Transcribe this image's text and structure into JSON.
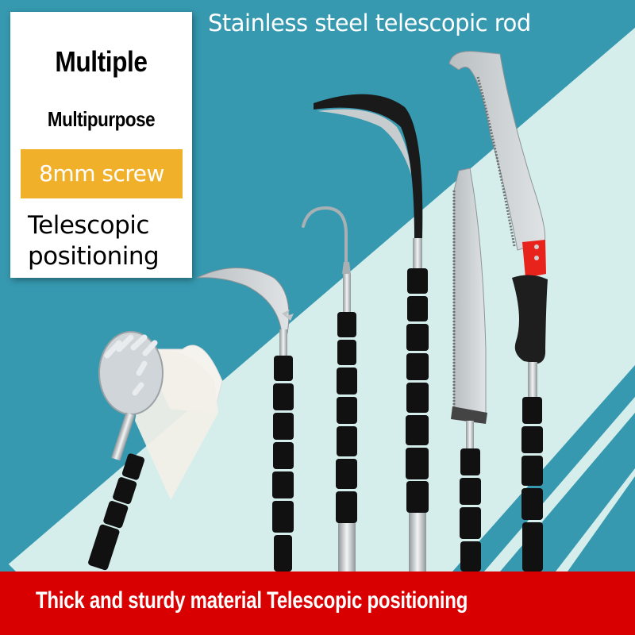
{
  "header": {
    "title": "Stainless steel telescopic rod"
  },
  "feature_card": {
    "headline": "Multiple",
    "subheadline": "Multipurpose",
    "badge": "8mm screw",
    "detail_line1": "Telescopic",
    "detail_line2": "positioning"
  },
  "footer": {
    "text": "Thick and sturdy material  Telescopic positioning"
  },
  "products": [
    {
      "name": "fruit-picker-basket"
    },
    {
      "name": "sickle-hook-blade"
    },
    {
      "name": "steel-hook"
    },
    {
      "name": "black-sickle"
    },
    {
      "name": "straight-pruning-saw"
    },
    {
      "name": "curved-pruning-saw"
    }
  ],
  "colors": {
    "background_dark": "#3699b0",
    "background_light": "#d5eeec",
    "badge": "#f0b02a",
    "footer": "#d80000",
    "saw_guard": "#e8231c"
  }
}
